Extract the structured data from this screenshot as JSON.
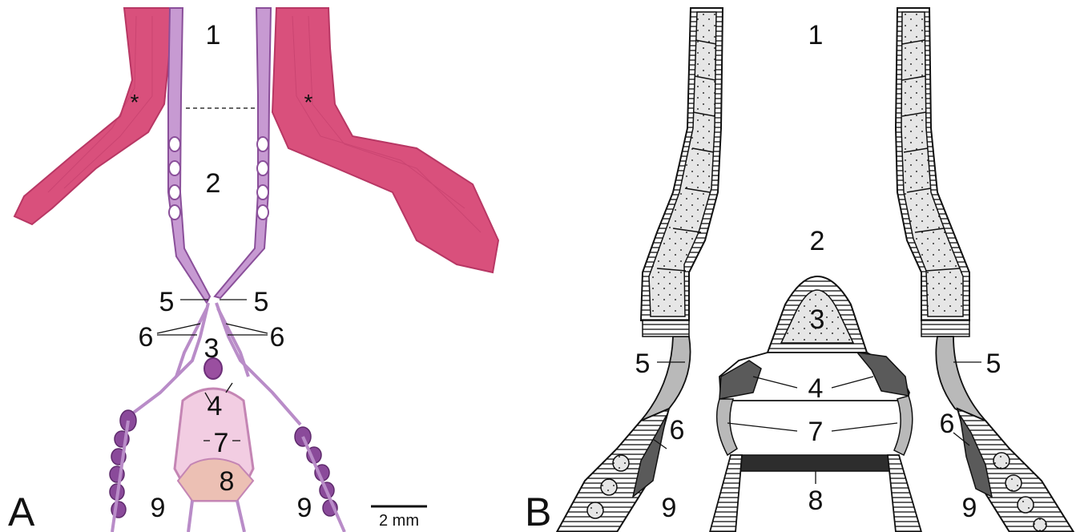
{
  "panel_a": {
    "panel_letter": "A",
    "labels": {
      "l1": "1",
      "l2": "2",
      "l3": "3",
      "l4": "4",
      "l5_left": "5",
      "l5_right": "5",
      "l6_left": "6",
      "l6_right": "6",
      "l7": "7",
      "l8": "8",
      "l9_left": "9",
      "l9_right": "9",
      "asterisk_left": "*",
      "asterisk_right": "*"
    },
    "scale_bar_text": "2 mm",
    "colors": {
      "muscle": "#d9507c",
      "muscle_dark": "#c13d6a",
      "cartilage": "#c79ad2",
      "tissue": "#d9a6cf",
      "outline": "#8a4f9a"
    }
  },
  "panel_b": {
    "panel_letter": "B",
    "labels": {
      "l1": "1",
      "l2": "2",
      "l3": "3",
      "l4": "4",
      "l5_left": "5",
      "l5_right": "5",
      "l6_left": "6",
      "l6_right": "6",
      "l7": "7",
      "l8": "8",
      "l9_left": "9",
      "l9_right": "9"
    },
    "colors": {
      "cartilage_fill": "#e6e6e6",
      "light_gray": "#b9b9b9",
      "dark_gray": "#5a5a5a",
      "darkest": "#2d2d2d",
      "line": "#111111"
    }
  }
}
